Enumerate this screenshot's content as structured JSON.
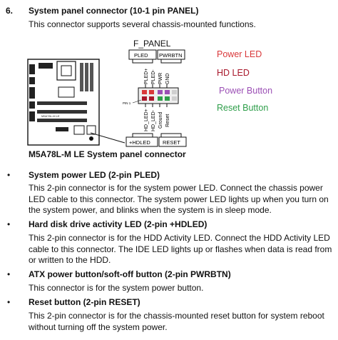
{
  "section": {
    "number": "6.",
    "title": "System panel connector (10-1 pin PANEL)",
    "description": "This connector supports several chassis-mounted functions."
  },
  "diagram": {
    "connector_title": "F_PANEL",
    "top_labels": [
      "PLED",
      "PWRBTN"
    ],
    "bottom_labels": [
      "+HDLED",
      "RESET"
    ],
    "pin_labels_top": [
      "PLED+",
      "PLED-",
      "PWR",
      "GND"
    ],
    "pin_labels_bottom": [
      "HD_LED+",
      "HD_LED-",
      "Ground",
      "Reset"
    ],
    "pin1_label": "PIN 1",
    "caption": "M5A78L-M LE System panel connector",
    "board_text": "M5A78L-M LE"
  },
  "legend": {
    "power_led": "Power LED",
    "hd_led": "HD LED",
    "power_button": "Power Button",
    "reset_button": "Reset Button",
    "colors": {
      "power_led": "#d9383a",
      "hd_led": "#a8182b",
      "power_button": "#9b4fb5",
      "reset_button": "#2e9e4a"
    }
  },
  "items": [
    {
      "bullet": "•",
      "title": "System power LED (2-pin PLED)",
      "body": "This 2-pin connector is for the system power LED. Connect the chassis power LED cable to this connector. The system power LED lights up when you turn on the system power, and blinks when the system is in sleep mode."
    },
    {
      "bullet": "•",
      "title": "Hard disk drive activity LED (2-pin +HDLED)",
      "body": "This 2-pin connector is for the HDD Activity LED. Connect the HDD Activity LED cable to this connector. The IDE LED lights up or flashes when data is read from or written to the HDD."
    },
    {
      "bullet": "•",
      "title": "ATX power button/soft-off button (2-pin PWRBTN)",
      "body": "This connector is for the system power button."
    },
    {
      "bullet": "•",
      "title": "Reset button (2-pin RESET)",
      "body": "This 2-pin connector is for the chassis-mounted reset button for system reboot without turning off the system power."
    }
  ]
}
